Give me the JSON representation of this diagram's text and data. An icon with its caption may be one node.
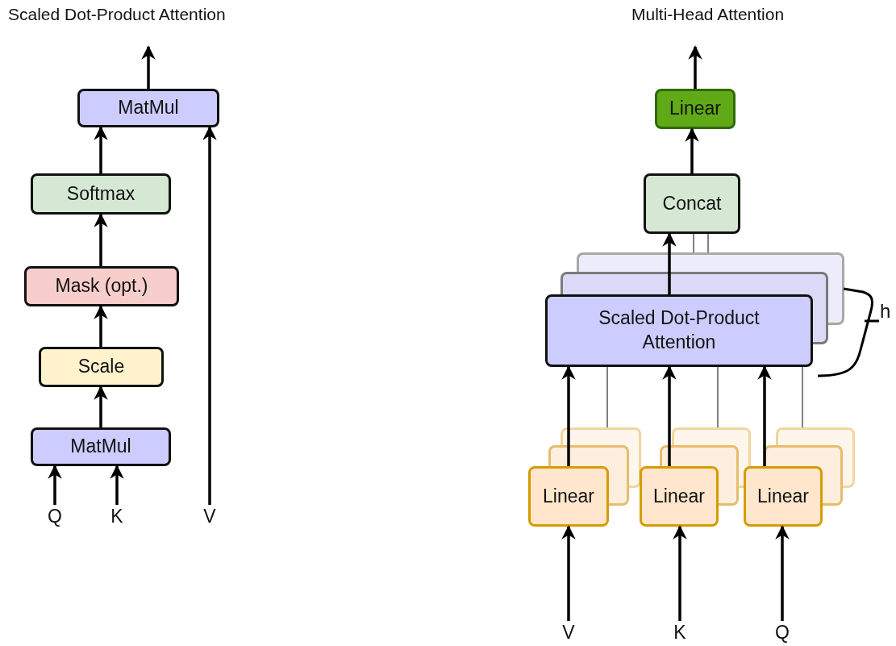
{
  "diagram": {
    "nodes": [
      {
        "text": [
          "MatMul"
        ]
      },
      {
        "text": [
          "Softmax"
        ]
      },
      {
        "text": [
          "Mask (opt.)"
        ]
      },
      {
        "text": [
          "Scale"
        ]
      },
      {
        "text": [
          "MatMul"
        ]
      },
      {
        "text": [
          "Q"
        ]
      },
      {
        "text": [
          "K"
        ]
      },
      {
        "text": [
          "V"
        ]
      },
      {
        "text": [
          "Linear"
        ]
      },
      {
        "text": [
          "Concat"
        ]
      },
      {
        "text": [
          "Scaled Dot-Product Attention"
        ]
      },
      {
        "text": [
          "Linear"
        ]
      },
      {
        "text": [
          "Linear"
        ]
      },
      {
        "text": [
          "Linear"
        ]
      },
      {
        "text": [
          "V"
        ]
      },
      {
        "text": [
          "K"
        ]
      },
      {
        "text": [
          "Q"
        ]
      }
    ],
    "edges": [
      {
        "from": 0,
        "to": null,
        "arrow": "to"
      },
      {
        "from": 1,
        "to": 0,
        "arrow": "to"
      },
      {
        "from": 2,
        "to": 1,
        "arrow": "to"
      },
      {
        "from": 3,
        "to": 2,
        "arrow": "to"
      },
      {
        "from": 4,
        "to": 3,
        "arrow": "to"
      },
      {
        "from": 5,
        "to": 4,
        "arrow": "to"
      },
      {
        "from": 6,
        "to": 4,
        "arrow": "to"
      },
      {
        "from": 7,
        "to": 0,
        "arrow": "to"
      },
      {
        "from": 8,
        "to": null,
        "arrow": "to"
      },
      {
        "from": 9,
        "to": 8,
        "arrow": "to"
      },
      {
        "from": 10,
        "to": 9,
        "arrow": "to"
      },
      {
        "from": 10,
        "to": 9,
        "arrow": "none",
        "color": "#808080"
      },
      {
        "from": 10,
        "to": 9,
        "arrow": "none",
        "color": "#808080"
      },
      {
        "from": 11,
        "to": 10,
        "arrow": "to"
      },
      {
        "from": 12,
        "to": 10,
        "arrow": "to"
      },
      {
        "from": 13,
        "to": 10,
        "arrow": "to"
      },
      {
        "from": 11,
        "to": 10,
        "arrow": "none",
        "color": "#808080"
      },
      {
        "from": 12,
        "to": 10,
        "arrow": "none",
        "color": "#808080"
      },
      {
        "from": 13,
        "to": 10,
        "arrow": "none",
        "color": "#808080"
      },
      {
        "from": 14,
        "to": 11,
        "arrow": "to"
      },
      {
        "from": 15,
        "to": 12,
        "arrow": "to"
      },
      {
        "from": 16,
        "to": 13,
        "arrow": "to"
      }
    ],
    "labels": [
      "Scaled Dot-Product Attention",
      "Multi-Head Attention",
      "h"
    ]
  }
}
